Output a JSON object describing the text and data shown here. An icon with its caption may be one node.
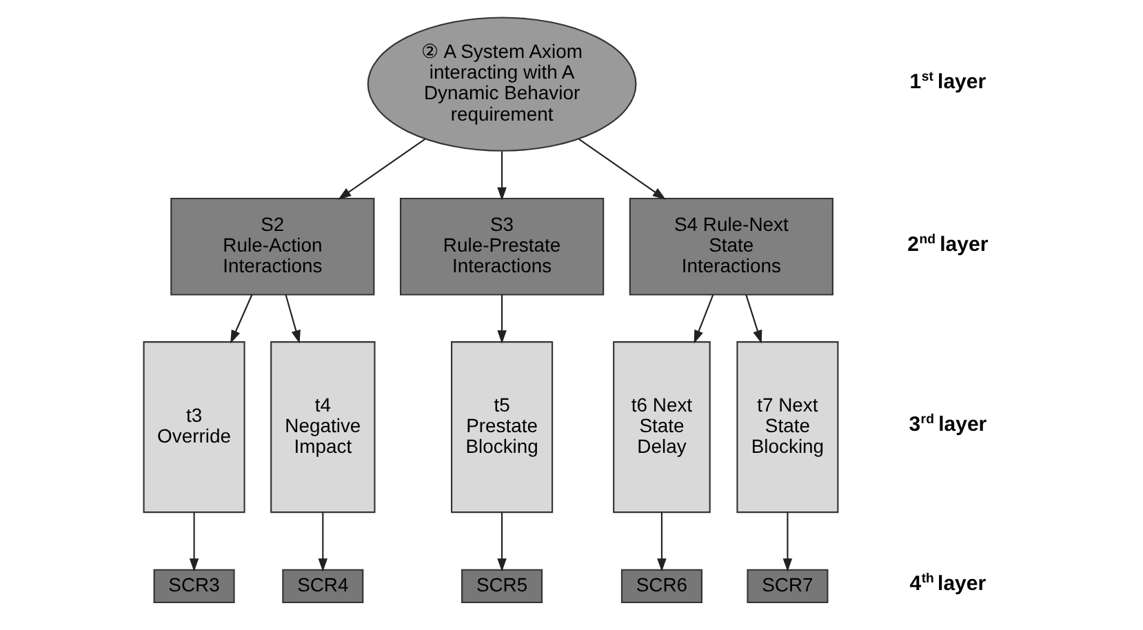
{
  "diagram": {
    "nodes": [
      {
        "text": [
          "② A System Axiom interacting with A Dynamic Behavior requirement"
        ]
      },
      {
        "text": [
          "S2 Rule-Action Interactions"
        ]
      },
      {
        "text": [
          "S3 Rule-Prestate Interactions"
        ]
      },
      {
        "text": [
          "S4 Rule-Next State Interactions"
        ]
      },
      {
        "text": [
          "t3 Override"
        ]
      },
      {
        "text": [
          "t4 Negative Impact"
        ]
      },
      {
        "text": [
          "t5 Prestate Blocking"
        ]
      },
      {
        "text": [
          "t6 Next State Delay"
        ]
      },
      {
        "text": [
          "t7 Next State Blocking"
        ]
      },
      {
        "text": [
          "SCR3"
        ]
      },
      {
        "text": [
          "SCR4"
        ]
      },
      {
        "text": [
          "SCR5"
        ]
      },
      {
        "text": [
          "SCR6"
        ]
      },
      {
        "text": [
          "SCR7"
        ]
      }
    ],
    "edges": [
      {
        "from": 0,
        "to": 1,
        "arrow": "to"
      },
      {
        "from": 0,
        "to": 2,
        "arrow": "to"
      },
      {
        "from": 0,
        "to": 3,
        "arrow": "to"
      },
      {
        "from": 1,
        "to": 4,
        "arrow": "to"
      },
      {
        "from": 1,
        "to": 5,
        "arrow": "to"
      },
      {
        "from": 2,
        "to": 6,
        "arrow": "to"
      },
      {
        "from": 3,
        "to": 7,
        "arrow": "to"
      },
      {
        "from": 3,
        "to": 8,
        "arrow": "to"
      },
      {
        "from": 4,
        "to": 9,
        "arrow": "to"
      },
      {
        "from": 5,
        "to": 10,
        "arrow": "to"
      },
      {
        "from": 6,
        "to": 11,
        "arrow": "to"
      },
      {
        "from": 7,
        "to": 12,
        "arrow": "to"
      },
      {
        "from": 8,
        "to": 13,
        "arrow": "to"
      }
    ],
    "labels": [
      "1$^{st}$ layer",
      "2$^{nd}$ layer",
      "3$^{rd}$ layer",
      "4$^{th}$ layer"
    ]
  }
}
